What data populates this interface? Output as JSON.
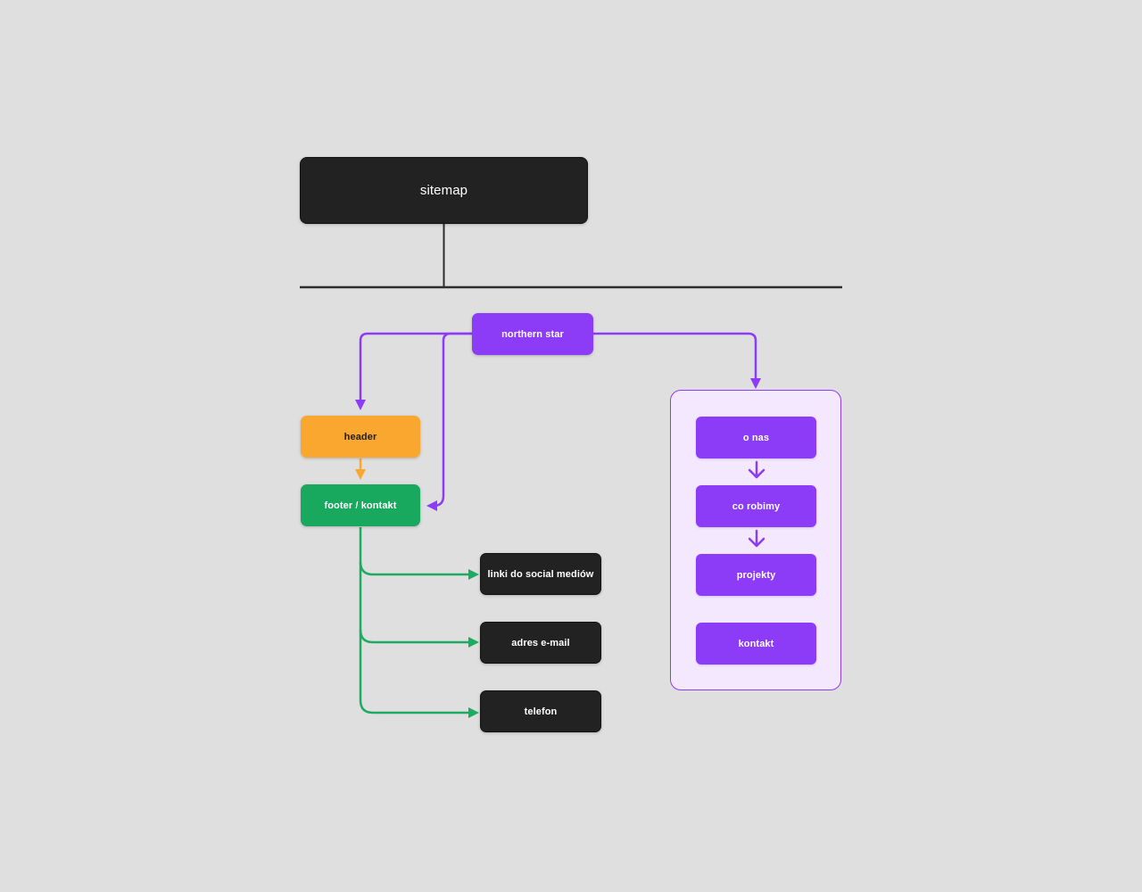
{
  "colors": {
    "bg": "#dfdfdf",
    "purple": "#8c3cf7",
    "purple_fill_light": "#f3e8fe",
    "orange": "#f9a72f",
    "green": "#18a85e",
    "green_arrow": "#1cab60",
    "dark": "#222222",
    "line": "#2d2d2d",
    "text_light": "#ffffff",
    "text_dark": "#1e1e1e"
  },
  "nodes": {
    "sitemap": "sitemap",
    "northern_star": "northern star",
    "header": "header",
    "footer": "footer / kontakt",
    "social_links": "linki do social mediów",
    "email": "adres e-mail",
    "phone": "telefon",
    "about": "o nas",
    "what_we_do": "co robimy",
    "projects": "projekty",
    "contact": "kontakt"
  }
}
